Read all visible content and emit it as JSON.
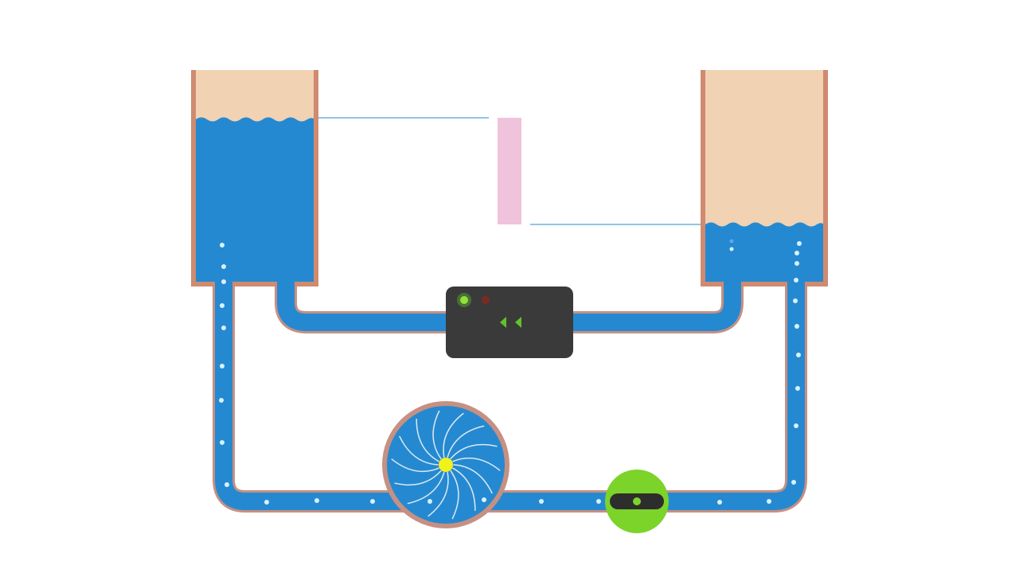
{
  "diagram": {
    "left_tank": {
      "water_fill_fraction": 0.78
    },
    "right_tank": {
      "water_fill_fraction": 0.28
    },
    "level_difference_gauge": {
      "visible": true
    },
    "control_box": {
      "indicators": [
        {
          "name": "green-led",
          "state": "on"
        },
        {
          "name": "red-led",
          "state": "off"
        }
      ],
      "flow_direction_arrows": {
        "count": 2,
        "direction": "left"
      }
    },
    "turbine_pump": {
      "blade_count": 14
    },
    "valve": {
      "state": "open"
    },
    "colors": {
      "background": "#ffffff",
      "tank_wall": "#d08a70",
      "tank_air": "#f1d2b2",
      "water": "#2589d1",
      "pipe_edge": "#c69082",
      "bubble": "#d6f2ff",
      "guide_line": "#8fc6e2",
      "gauge": "#f0c3dc",
      "box": "#3a3a3a",
      "led_green": "#6fd22a",
      "led_red": "#7a2a22",
      "arrow": "#62c22b",
      "hub": "#f1f21a",
      "valve_green": "#7cd32a",
      "valve_handle": "#2d2d2d"
    }
  }
}
